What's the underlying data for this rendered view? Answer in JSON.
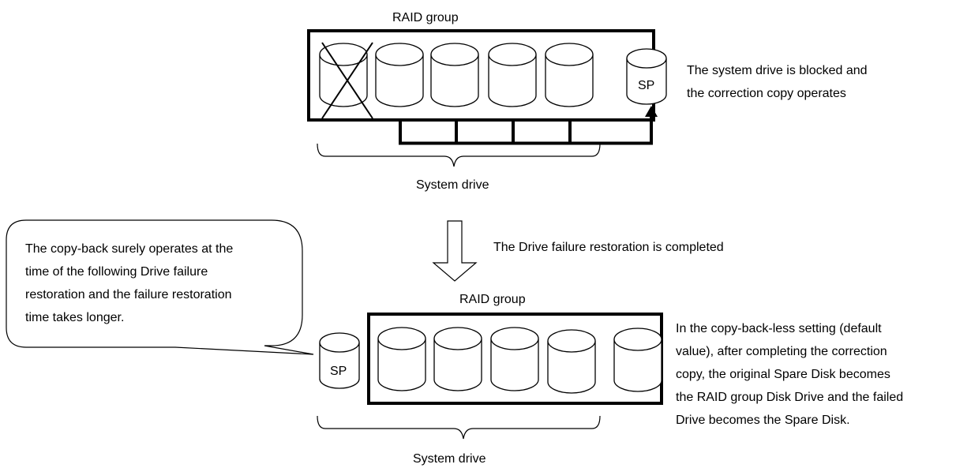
{
  "top": {
    "raid_label": "RAID group",
    "sp_label": "SP",
    "status_lines": [
      "The system drive is blocked and",
      "the correction copy operates"
    ],
    "system_drive_label": "System drive"
  },
  "transition": {
    "label": "The Drive failure restoration is completed"
  },
  "callout": {
    "lines": [
      "The copy-back surely operates at the",
      "time of the following Drive failure",
      "restoration and the failure restoration",
      "time takes longer."
    ]
  },
  "bottom": {
    "raid_label": "RAID group",
    "sp_label": "SP",
    "note_lines": [
      "In the copy-back-less setting (default",
      "value), after completing the correction",
      "copy, the original Spare Disk becomes",
      "the RAID group Disk Drive and the failed",
      "Drive becomes the Spare Disk."
    ],
    "system_drive_label": "System drive"
  }
}
